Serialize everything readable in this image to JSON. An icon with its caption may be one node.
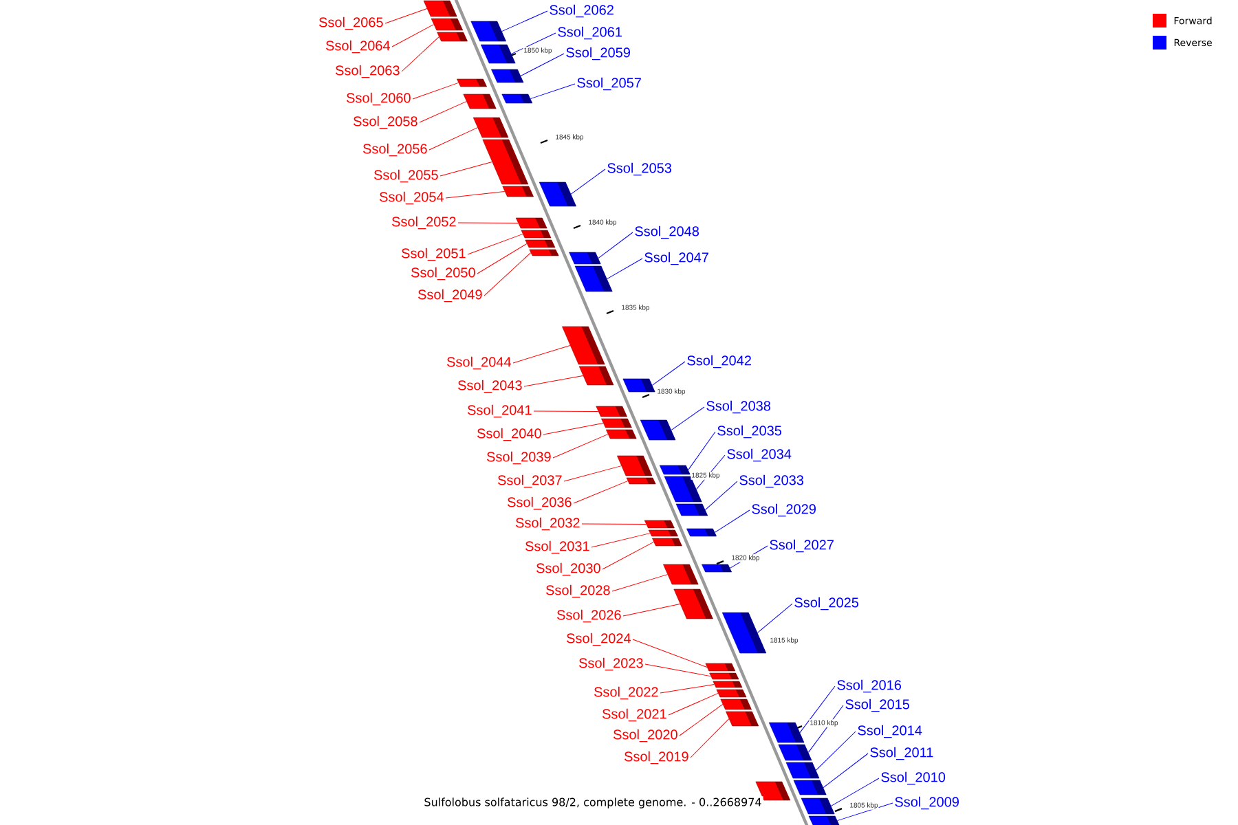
{
  "diagram": {
    "caption": "Sulfolobus solfataricus 98/2, complete genome. - 0..2668974",
    "nodes": [
      {
        "text": [
          "Ssol_2065"
        ]
      },
      {
        "text": [
          "Ssol_2064"
        ]
      },
      {
        "text": [
          "Ssol_2063"
        ]
      },
      {
        "text": [
          "Ssol_2060"
        ]
      },
      {
        "text": [
          "Ssol_2058"
        ]
      },
      {
        "text": [
          "Ssol_2056"
        ]
      },
      {
        "text": [
          "Ssol_2055"
        ]
      },
      {
        "text": [
          "Ssol_2054"
        ]
      },
      {
        "text": [
          "Ssol_2052"
        ]
      },
      {
        "text": [
          "Ssol_2051"
        ]
      },
      {
        "text": [
          "Ssol_2050"
        ]
      },
      {
        "text": [
          "Ssol_2049"
        ]
      },
      {
        "text": [
          "Ssol_2044"
        ]
      },
      {
        "text": [
          "Ssol_2043"
        ]
      },
      {
        "text": [
          "Ssol_2041"
        ]
      },
      {
        "text": [
          "Ssol_2040"
        ]
      },
      {
        "text": [
          "Ssol_2039"
        ]
      },
      {
        "text": [
          "Ssol_2037"
        ]
      },
      {
        "text": [
          "Ssol_2036"
        ]
      },
      {
        "text": [
          "Ssol_2032"
        ]
      },
      {
        "text": [
          "Ssol_2031"
        ]
      },
      {
        "text": [
          "Ssol_2030"
        ]
      },
      {
        "text": [
          "Ssol_2028"
        ]
      },
      {
        "text": [
          "Ssol_2026"
        ]
      },
      {
        "text": [
          "Ssol_2024"
        ]
      },
      {
        "text": [
          "Ssol_2023"
        ]
      },
      {
        "text": [
          "Ssol_2022"
        ]
      },
      {
        "text": [
          "Ssol_2021"
        ]
      },
      {
        "text": [
          "Ssol_2020"
        ]
      },
      {
        "text": [
          "Ssol_2019"
        ]
      },
      {
        "text": [
          "Ssol_2062"
        ]
      },
      {
        "text": [
          "Ssol_2061"
        ]
      },
      {
        "text": [
          "Ssol_2059"
        ]
      },
      {
        "text": [
          "Ssol_2057"
        ]
      },
      {
        "text": [
          "Ssol_2053"
        ]
      },
      {
        "text": [
          "Ssol_2048"
        ]
      },
      {
        "text": [
          "Ssol_2047"
        ]
      },
      {
        "text": [
          "Ssol_2042"
        ]
      },
      {
        "text": [
          "Ssol_2038"
        ]
      },
      {
        "text": [
          "Ssol_2035"
        ]
      },
      {
        "text": [
          "Ssol_2034"
        ]
      },
      {
        "text": [
          "Ssol_2033"
        ]
      },
      {
        "text": [
          "Ssol_2029"
        ]
      },
      {
        "text": [
          "Ssol_2027"
        ]
      },
      {
        "text": [
          "Ssol_2025"
        ]
      },
      {
        "text": [
          "Ssol_2016"
        ]
      },
      {
        "text": [
          "Ssol_2015"
        ]
      },
      {
        "text": [
          "Ssol_2014"
        ]
      },
      {
        "text": [
          "Ssol_2011"
        ]
      },
      {
        "text": [
          "Ssol_2010"
        ]
      },
      {
        "text": [
          "Ssol_2009"
        ]
      },
      {
        "text": [],
        "shape": "box"
      },
      {
        "text": [],
        "shape": "box"
      },
      {
        "text": [],
        "shape": "box"
      },
      {
        "text": [],
        "shape": "box"
      },
      {
        "text": [],
        "shape": "box"
      },
      {
        "text": [],
        "shape": "box"
      },
      {
        "text": [],
        "shape": "box"
      },
      {
        "text": [],
        "shape": "box"
      },
      {
        "text": [],
        "shape": "box"
      },
      {
        "text": [],
        "shape": "box"
      },
      {
        "text": [],
        "shape": "box"
      },
      {
        "text": [],
        "shape": "box"
      },
      {
        "text": [],
        "shape": "box"
      },
      {
        "text": [],
        "shape": "box"
      },
      {
        "text": [],
        "shape": "box"
      },
      {
        "text": [],
        "shape": "box"
      },
      {
        "text": [],
        "shape": "box"
      },
      {
        "text": [],
        "shape": "box"
      },
      {
        "text": [],
        "shape": "box"
      },
      {
        "text": [],
        "shape": "box"
      },
      {
        "text": [],
        "shape": "box"
      },
      {
        "text": [],
        "shape": "box"
      },
      {
        "text": [],
        "shape": "box"
      },
      {
        "text": [],
        "shape": "box"
      },
      {
        "text": [],
        "shape": "box"
      },
      {
        "text": [],
        "shape": "box"
      },
      {
        "text": [],
        "shape": "box"
      },
      {
        "text": [],
        "shape": "box"
      },
      {
        "text": [],
        "shape": "box"
      },
      {
        "text": [],
        "shape": "box"
      },
      {
        "text": [],
        "shape": "box"
      },
      {
        "text": [],
        "shape": "box"
      },
      {
        "text": [],
        "shape": "box"
      },
      {
        "text": [],
        "shape": "box"
      },
      {
        "text": [],
        "shape": "box"
      },
      {
        "text": [],
        "shape": "box"
      },
      {
        "text": [],
        "shape": "box"
      },
      {
        "text": [],
        "shape": "box"
      },
      {
        "text": [],
        "shape": "box"
      },
      {
        "text": [],
        "shape": "box"
      },
      {
        "text": [],
        "shape": "box"
      },
      {
        "text": [],
        "shape": "box"
      },
      {
        "text": [],
        "shape": "box"
      },
      {
        "text": [],
        "shape": "box"
      },
      {
        "text": [],
        "shape": "box"
      },
      {
        "text": [],
        "shape": "box"
      },
      {
        "text": [],
        "shape": "box"
      },
      {
        "text": [],
        "shape": "box"
      },
      {
        "text": [],
        "shape": "box"
      },
      {
        "text": [],
        "shape": "box"
      },
      {
        "text": [],
        "shape": "box"
      },
      {
        "text": [],
        "shape": "box"
      }
    ],
    "edges": [
      {
        "from": 0,
        "to": 51,
        "arrow": "none",
        "color": "#ff0000"
      },
      {
        "from": 1,
        "to": 52,
        "arrow": "none",
        "color": "#ff0000"
      },
      {
        "from": 2,
        "to": 53,
        "arrow": "none",
        "color": "#ff0000"
      },
      {
        "from": 3,
        "to": 54,
        "arrow": "none",
        "color": "#ff0000"
      },
      {
        "from": 4,
        "to": 55,
        "arrow": "none",
        "color": "#ff0000"
      },
      {
        "from": 5,
        "to": 56,
        "arrow": "none",
        "color": "#ff0000"
      },
      {
        "from": 6,
        "to": 57,
        "arrow": "none",
        "color": "#ff0000"
      },
      {
        "from": 7,
        "to": 58,
        "arrow": "none",
        "color": "#ff0000"
      },
      {
        "from": 8,
        "to": 59,
        "arrow": "none",
        "color": "#ff0000"
      },
      {
        "from": 9,
        "to": 60,
        "arrow": "none",
        "color": "#ff0000"
      },
      {
        "from": 10,
        "to": 61,
        "arrow": "none",
        "color": "#ff0000"
      },
      {
        "from": 11,
        "to": 62,
        "arrow": "none",
        "color": "#ff0000"
      },
      {
        "from": 12,
        "to": 63,
        "arrow": "none",
        "color": "#ff0000"
      },
      {
        "from": 13,
        "to": 64,
        "arrow": "none",
        "color": "#ff0000"
      },
      {
        "from": 14,
        "to": 65,
        "arrow": "none",
        "color": "#ff0000"
      },
      {
        "from": 15,
        "to": 66,
        "arrow": "none",
        "color": "#ff0000"
      },
      {
        "from": 16,
        "to": 67,
        "arrow": "none",
        "color": "#ff0000"
      },
      {
        "from": 17,
        "to": 68,
        "arrow": "none",
        "color": "#ff0000"
      },
      {
        "from": 18,
        "to": 69,
        "arrow": "none",
        "color": "#ff0000"
      },
      {
        "from": 19,
        "to": 70,
        "arrow": "none",
        "color": "#ff0000"
      },
      {
        "from": 20,
        "to": 71,
        "arrow": "none",
        "color": "#ff0000"
      },
      {
        "from": 21,
        "to": 72,
        "arrow": "none",
        "color": "#ff0000"
      },
      {
        "from": 22,
        "to": 73,
        "arrow": "none",
        "color": "#ff0000"
      },
      {
        "from": 23,
        "to": 74,
        "arrow": "none",
        "color": "#ff0000"
      },
      {
        "from": 24,
        "to": 75,
        "arrow": "none",
        "color": "#ff0000"
      },
      {
        "from": 25,
        "to": 76,
        "arrow": "none",
        "color": "#ff0000"
      },
      {
        "from": 26,
        "to": 77,
        "arrow": "none",
        "color": "#ff0000"
      },
      {
        "from": 27,
        "to": 78,
        "arrow": "none",
        "color": "#ff0000"
      },
      {
        "from": 28,
        "to": 79,
        "arrow": "none",
        "color": "#ff0000"
      },
      {
        "from": 29,
        "to": 80,
        "arrow": "none",
        "color": "#ff0000"
      },
      {
        "from": 30,
        "to": 81,
        "arrow": "none",
        "color": "#0000ff"
      },
      {
        "from": 31,
        "to": 82,
        "arrow": "none",
        "color": "#0000ff"
      },
      {
        "from": 32,
        "to": 83,
        "arrow": "none",
        "color": "#0000ff"
      },
      {
        "from": 33,
        "to": 84,
        "arrow": "none",
        "color": "#0000ff"
      },
      {
        "from": 34,
        "to": 85,
        "arrow": "none",
        "color": "#0000ff"
      },
      {
        "from": 35,
        "to": 86,
        "arrow": "none",
        "color": "#0000ff"
      },
      {
        "from": 36,
        "to": 87,
        "arrow": "none",
        "color": "#0000ff"
      },
      {
        "from": 37,
        "to": 88,
        "arrow": "none",
        "color": "#0000ff"
      },
      {
        "from": 38,
        "to": 89,
        "arrow": "none",
        "color": "#0000ff"
      },
      {
        "from": 39,
        "to": 90,
        "arrow": "none",
        "color": "#0000ff"
      },
      {
        "from": 40,
        "to": 91,
        "arrow": "none",
        "color": "#0000ff"
      },
      {
        "from": 41,
        "to": 92,
        "arrow": "none",
        "color": "#0000ff"
      },
      {
        "from": 42,
        "to": 93,
        "arrow": "none",
        "color": "#0000ff"
      },
      {
        "from": 43,
        "to": 94,
        "arrow": "none",
        "color": "#0000ff"
      },
      {
        "from": 44,
        "to": 95,
        "arrow": "none",
        "color": "#0000ff"
      },
      {
        "from": 45,
        "to": 96,
        "arrow": "none",
        "color": "#0000ff"
      },
      {
        "from": 46,
        "to": 97,
        "arrow": "none",
        "color": "#0000ff"
      },
      {
        "from": 47,
        "to": 98,
        "arrow": "none",
        "color": "#0000ff"
      },
      {
        "from": 48,
        "to": 99,
        "arrow": "none",
        "color": "#0000ff"
      },
      {
        "from": 49,
        "to": 100,
        "arrow": "none",
        "color": "#0000ff"
      },
      {
        "from": 50,
        "to": 101,
        "arrow": "none",
        "color": "#0000ff"
      }
    ],
    "labels": [
      "1850 kbp",
      "1845 kbp",
      "1840 kbp",
      "1835 kbp",
      "1830 kbp",
      "1825 kbp",
      "1820 kbp",
      "1815 kbp",
      "1810 kbp",
      "1805 kbp"
    ],
    "legend": [
      {
        "text": "Forward",
        "color": "#ff0000"
      },
      {
        "text": "Reverse",
        "color": "#0000ff"
      }
    ]
  }
}
